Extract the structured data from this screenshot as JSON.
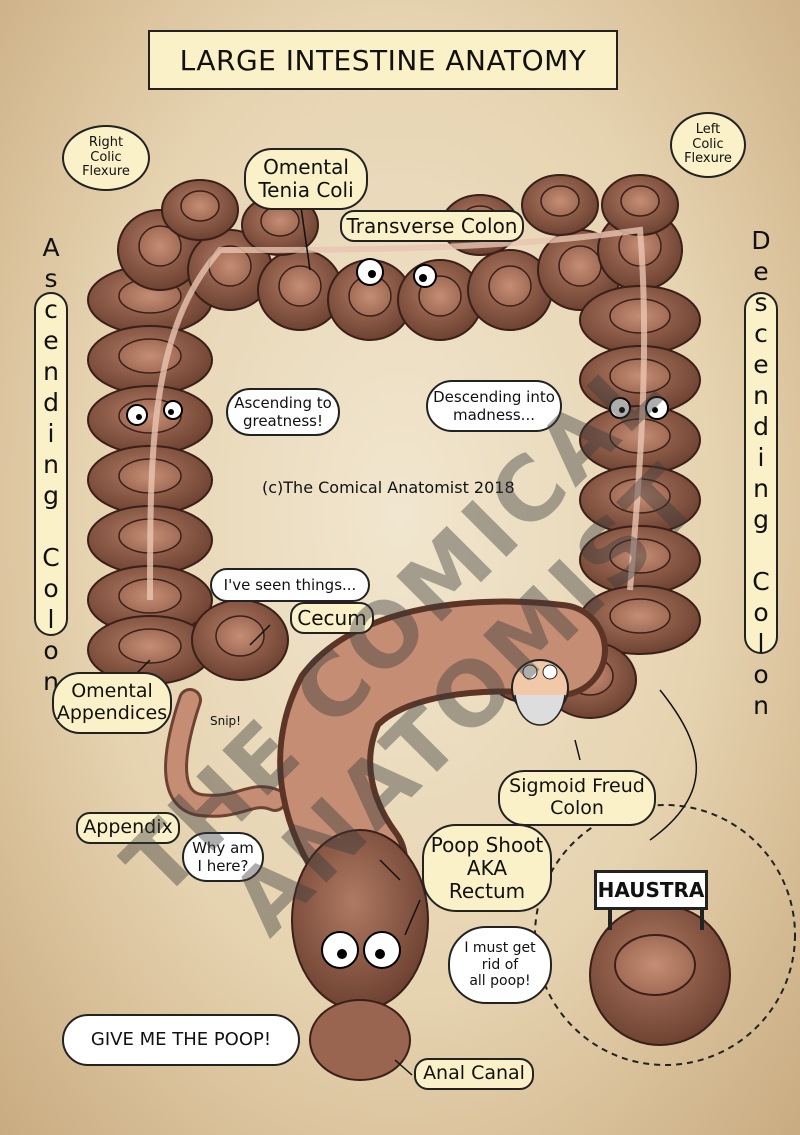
{
  "title": "LARGE INTESTINE ANATOMY",
  "labels": {
    "right_colic_flexure": "Right\nColic\nFlexure",
    "left_colic_flexure": "Left\nColic\nFlexure",
    "omental_tenia_coli": "Omental\nTenia Coli",
    "transverse_colon": "Transverse Colon",
    "ascending_colon": "Ascending Colon",
    "descending_colon": "Descending Colon",
    "cecum": "Cecum",
    "omental_appendices": "Omental\nAppendices",
    "appendix": "Appendix",
    "sigmoid_colon": "Sigmoid Freud\nColon",
    "rectum": "Poop Shoot\nAKA\nRectum",
    "anal_canal": "Anal Canal",
    "haustra": "HAUSTRA"
  },
  "speech": {
    "ascending": "Ascending to\ngreatness!",
    "descending": "Descending into\nmadness...",
    "seen_things": "I've seen things...",
    "why_here": "Why am\nI here?",
    "get_rid": "I must get\nrid of\nall poop!",
    "give_poop": "GIVE ME THE POOP!",
    "snip": "Snip!"
  },
  "copyright": "(c)The Comical Anatomist 2018",
  "watermark": "THE COMICAL ANATOMIST",
  "colors": {
    "background": "#e6d3b0",
    "label_fill": "#fbf1c8",
    "colon_brown": "#8a5a48",
    "colon_dark": "#4a2a20",
    "fat_yellow": "#f3e28a"
  }
}
